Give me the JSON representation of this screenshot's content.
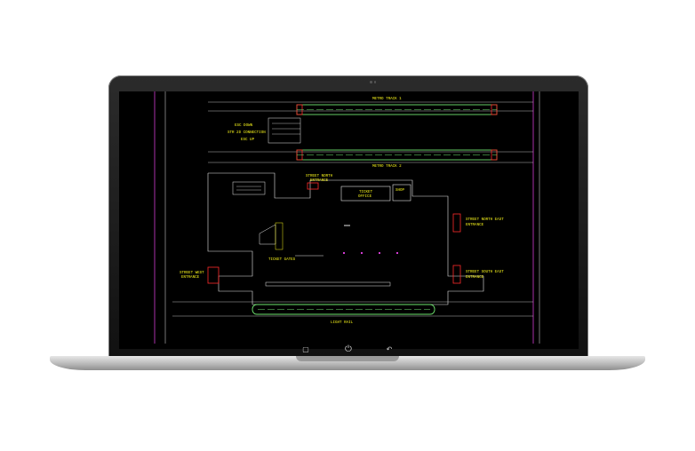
{
  "window": {
    "title": ""
  },
  "hardware_buttons": {
    "recent_icon": "▢",
    "power_icon": "⏻",
    "back_icon": "↶"
  },
  "colors": {
    "bezel": "#151515",
    "screen_bg": "#000000",
    "track_green": "#6ee36e",
    "wall_red": "#ff2b2b",
    "label_yellow": "#f4f11b",
    "guide_magenta": "#d23bd2",
    "line_white": "#e6e6e6"
  },
  "drawing": {
    "labels": {
      "metro_track_1": "METRO TRACK 1",
      "metro_track_2": "METRO TRACK 2",
      "esc_down": "ESC DOWN",
      "stair_direction": "STR 2D CONNECTION",
      "esc_up": "ESC UP",
      "street_north_entrance_1": "STREET NORTH",
      "street_north_entrance_2": "ENTRANCE",
      "ticket_office_1": "TICKET",
      "ticket_office_2": "OFFICE",
      "shop": "SHOP",
      "street_north_east_1": "STREET NORTH EAST",
      "street_north_east_2": "ENTRANCE",
      "ticket_gates": "TICKET GATES",
      "street_west_1": "STREET WEST",
      "street_west_2": "ENTRANCE",
      "street_south_east_1": "STREET SOUTH EAST",
      "street_south_east_2": "ENTRANCE",
      "light_rail": "LIGHT RAIL"
    }
  }
}
